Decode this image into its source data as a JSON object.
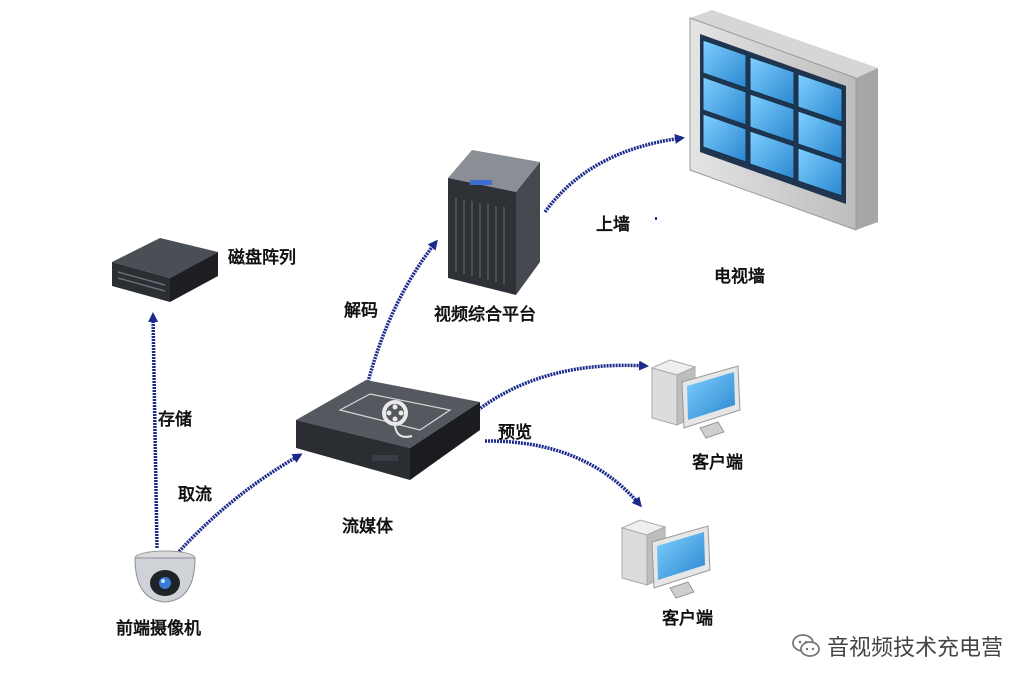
{
  "nodes": {
    "disk_array": "磁盘阵列",
    "video_platform": "视频综合平台",
    "tv_wall": "电视墙",
    "streaming_media": "流媒体",
    "front_camera": "前端摄像机",
    "client_1": "客户端",
    "client_2": "客户端"
  },
  "edges": {
    "storage": "存储",
    "pull_stream": "取流",
    "decode": "解码",
    "to_wall": "上墙",
    "preview": "预览"
  },
  "watermark": "音视频技术充电营",
  "colors": {
    "arrow": "#1c2a8c",
    "screen": "#3ea2e0",
    "device_dark": "#2c2f34"
  }
}
